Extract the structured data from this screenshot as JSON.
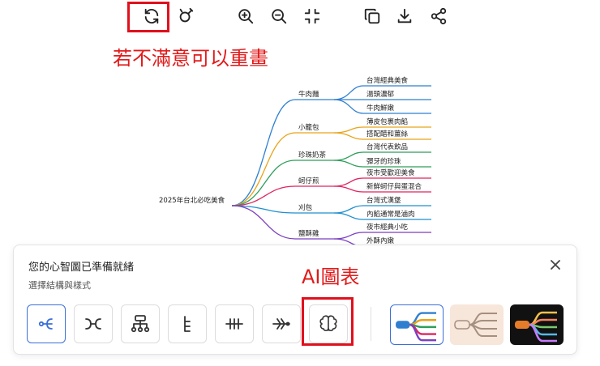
{
  "toolbar": {
    "icons": [
      "refresh-icon",
      "style-icon",
      "zoom-in-icon",
      "zoom-out-icon",
      "fit-screen-icon",
      "copy-icon",
      "download-icon",
      "share-icon"
    ]
  },
  "annotations": {
    "redraw_hint": "若不滿意可以重畫",
    "ai_chart": "AI圖表"
  },
  "mindmap": {
    "root": "2025年台北必吃美食",
    "branches": [
      {
        "label": "牛肉麵",
        "color": "#2f7fd1",
        "children": [
          "台灣經典美食",
          "湯頭濃郁",
          "牛肉鮮嫩"
        ]
      },
      {
        "label": "小籠包",
        "color": "#e8a317",
        "children": [
          "薄皮包裹肉餡",
          "搭配醋和薑絲"
        ]
      },
      {
        "label": "珍珠奶茶",
        "color": "#2e9e5b",
        "children": [
          "台灣代表飲品",
          "彈牙的珍珠"
        ]
      },
      {
        "label": "蚵仔煎",
        "color": "#e0245e",
        "children": [
          "夜市受歡迎美食",
          "新鮮蚵仔與蛋混合"
        ]
      },
      {
        "label": "刈包",
        "color": "#1f8fcf",
        "children": [
          "台灣式漢堡",
          "內餡通常是滷肉"
        ]
      },
      {
        "label": "鹽酥雞",
        "color": "#7b3fbf",
        "children": [
          "夜市經典小吃",
          "外酥內嫩"
        ]
      }
    ]
  },
  "panel": {
    "title": "您的心智圖已準備就緒",
    "subtitle": "選擇結構與樣式",
    "layouts": [
      "layout-right",
      "layout-both-sides",
      "layout-org-chart",
      "layout-tree",
      "layout-timeline",
      "layout-fishbone",
      "layout-ai-chart"
    ],
    "selected_layout": "layout-right",
    "themes": [
      {
        "name": "theme-colorful",
        "background": "#ffffff",
        "border": "#3b6fd8"
      },
      {
        "name": "theme-beige",
        "background": "#f7e6da",
        "border": "#f7e6da"
      },
      {
        "name": "theme-dark",
        "background": "#111111",
        "border": "#111111"
      }
    ]
  },
  "colors": {
    "accent": "#3b6fd8",
    "annotation_red": "#e21a1a"
  }
}
